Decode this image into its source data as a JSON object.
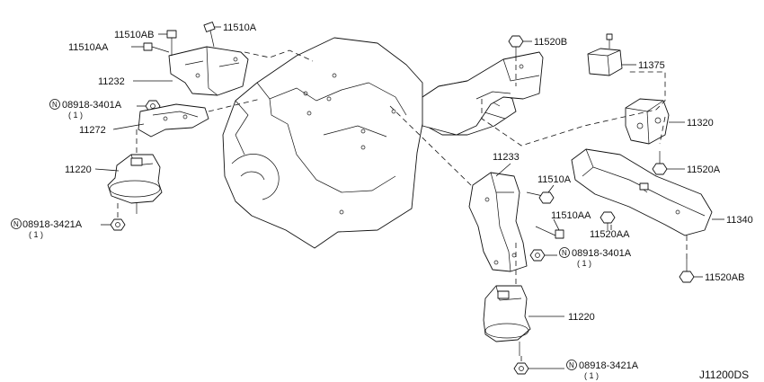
{
  "diagram": {
    "code": "J11200DS",
    "note_symbol": "N",
    "callouts": {
      "p11510ab": "11510AB",
      "p11510a_top": "11510A",
      "p11510aa_left": "11510AA",
      "p11232": "11232",
      "p08918_3401a_left": "08918-3401A",
      "q08918_3401a_left": "( 1 )",
      "p11272": "11272",
      "p11220_left": "11220",
      "p08918_3421a_left": "08918-3421A",
      "q08918_3421a_left": "( 1 )",
      "p11520b": "11520B",
      "p11375": "11375",
      "p11320": "11320",
      "p11520a_right": "11520A",
      "p11233": "11233",
      "p11510a_mid": "11510A",
      "p11510aa_mid": "11510AA",
      "p11520aa": "11520AA",
      "p11340": "11340",
      "p08918_3401a_right": "08918-3401A",
      "q08918_3401a_right": "( 1 )",
      "p11520ab": "11520AB",
      "p11220_right": "11220",
      "p08918_3421a_right": "08918-3421A",
      "q08918_3421a_right": "( 1 )"
    }
  }
}
